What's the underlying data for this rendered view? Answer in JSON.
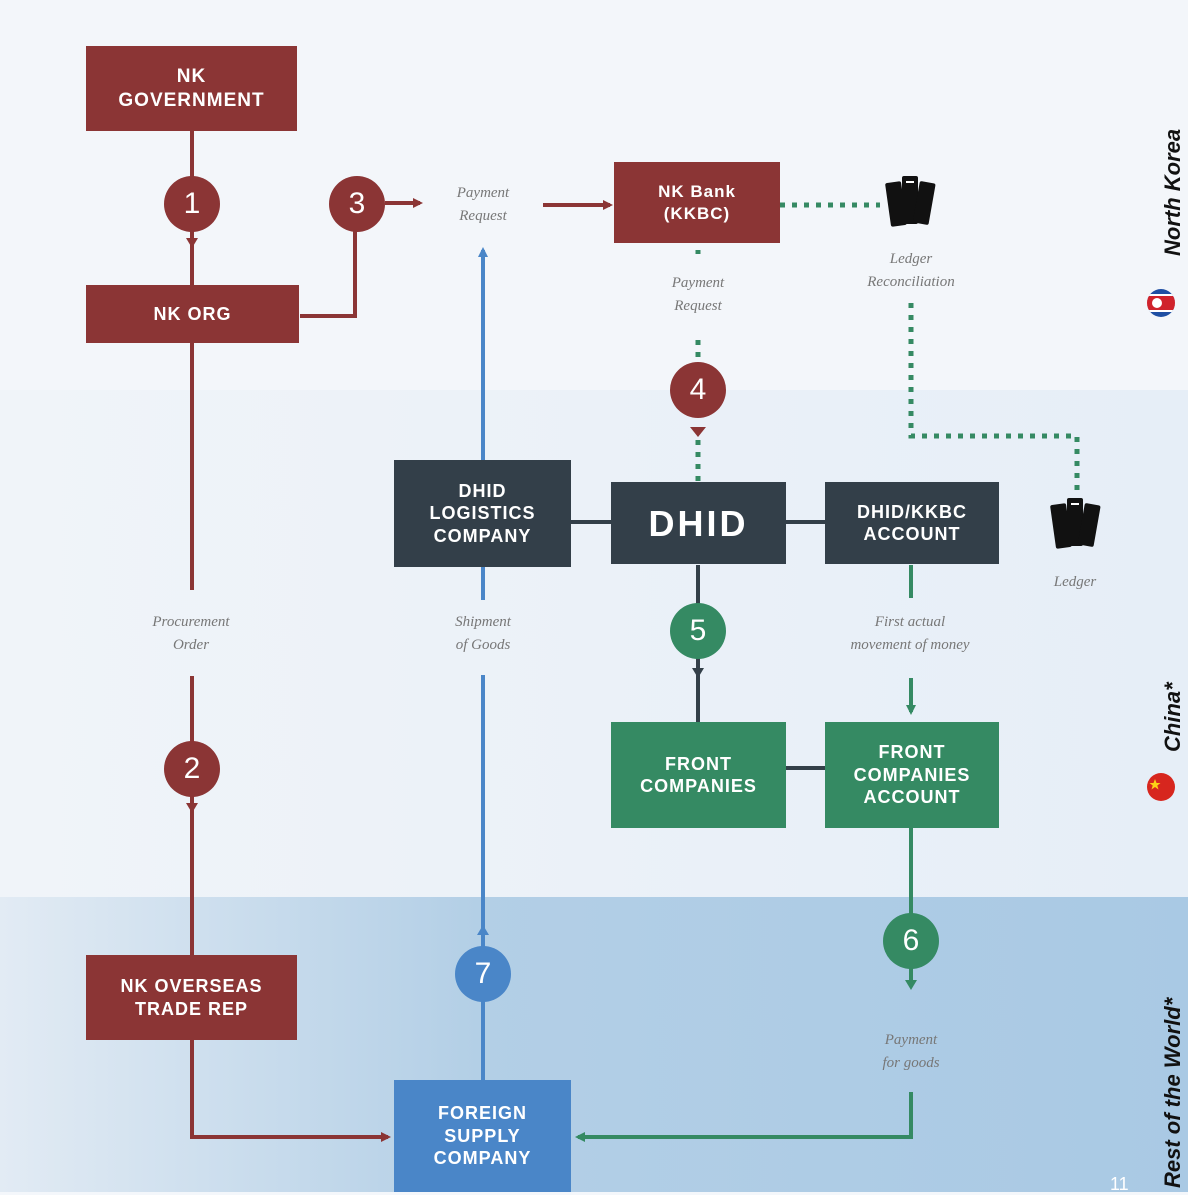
{
  "boxes": {
    "nk_government": "NK\nGOVERNMENT",
    "nk_org": "NK ORG",
    "nk_bank": "NK Bank\n(KKBC)",
    "dhid_logistics": "DHID\nLOGISTICS\nCOMPANY",
    "dhid": "DHID",
    "dhid_kkbc_account": "DHID/KKBC\nACCOUNT",
    "front_companies": "FRONT\nCOMPANIES",
    "front_companies_account": "FRONT\nCOMPANIES\nACCOUNT",
    "nk_overseas_trade_rep": "NK OVERSEAS\nTRADE REP",
    "foreign_supply_company": "FOREIGN\nSUPPLY\nCOMPANY"
  },
  "steps": [
    "1",
    "2",
    "3",
    "4",
    "5",
    "6",
    "7"
  ],
  "labels": {
    "payment_request_top": "Payment\nRequest",
    "payment_request_bank": "Payment\nRequest",
    "ledger_reconciliation": "Ledger\nReconciliation",
    "ledger": "Ledger",
    "procurement_order": "Procurement\nOrder",
    "shipment_of_goods": "Shipment\nof Goods",
    "first_actual_movement": "First actual\nmovement of money",
    "payment_for_goods": "Payment\nfor goods"
  },
  "regions": {
    "north_korea": "North Korea",
    "china": "China*",
    "rest_of_world": "Rest of the World*"
  },
  "page_number": "11",
  "colors": {
    "nk_red": "#8b3535",
    "dhid_dark": "#333f49",
    "front_green": "#358a63",
    "supply_blue": "#4a86c8"
  },
  "icons": {
    "ledger": "ledger-books-icon",
    "flag_nk": "north-korea-flag-icon",
    "flag_cn": "china-flag-icon"
  }
}
